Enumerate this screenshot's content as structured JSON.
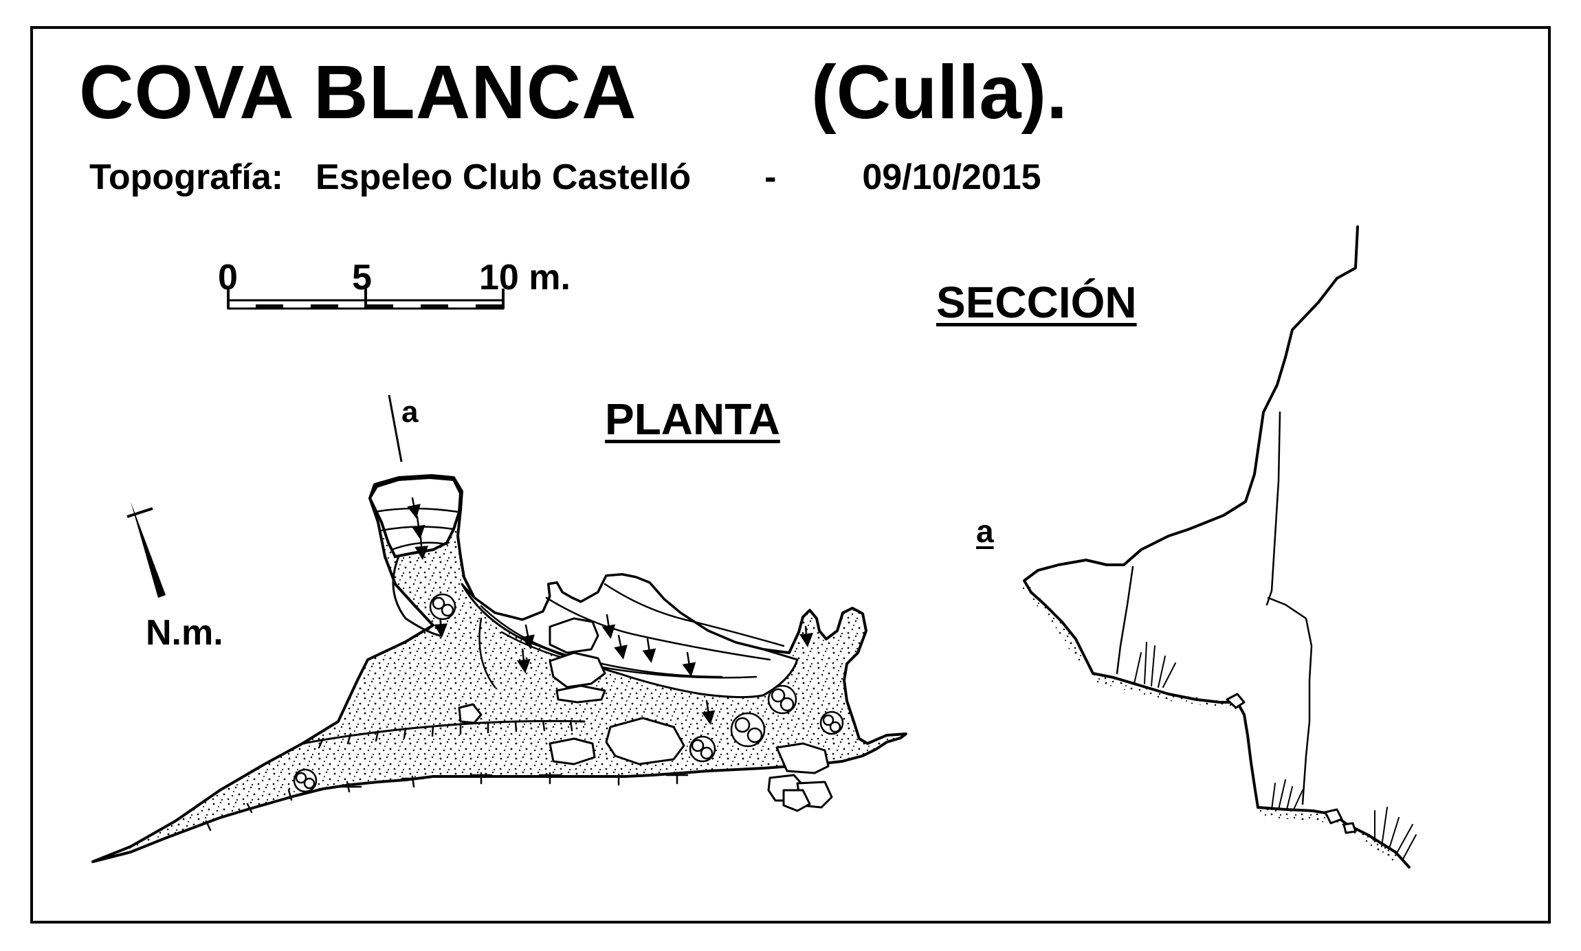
{
  "title": {
    "name": "COVA  BLANCA",
    "place": "(Culla)."
  },
  "credits": {
    "label": "Topografía:",
    "author": "Espeleo Club Castelló",
    "separator": "-",
    "date": "09/10/2015"
  },
  "scale_bar": {
    "tick_0": "0",
    "tick_5": "5",
    "tick_10": "10 m."
  },
  "views": {
    "plan_label": "PLANTA",
    "section_label": "SECCIÓN"
  },
  "section_marker": {
    "plan": "a",
    "section": "a"
  },
  "north_arrow": {
    "label": "N.m."
  }
}
